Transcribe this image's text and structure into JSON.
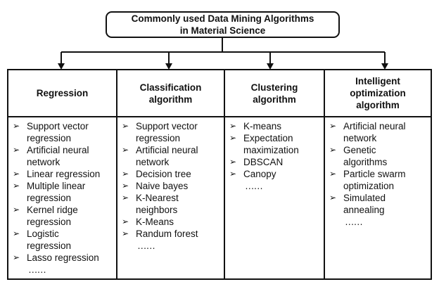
{
  "root": {
    "line1": "Commonly used Data Mining Algorithms",
    "line2": "in Material Science"
  },
  "bullet_icon": "arrowhead-bullet-icon",
  "columns": [
    {
      "title_lines": [
        "Regression"
      ],
      "items": [
        "Support vector",
        "regression",
        "Artificial neural",
        "network",
        "Linear regression",
        "Multiple linear",
        "regression",
        "Kernel ridge",
        "regression",
        "Logistic",
        "regression",
        "Lasso regression",
        "……"
      ]
    },
    {
      "title_lines": [
        "Classification",
        "algorithm"
      ],
      "items": [
        "Support vector",
        "regression",
        "Artificial neural",
        "network",
        "Decision tree",
        "Naive bayes",
        "K-Nearest",
        "neighbors",
        "K-Means",
        "Randum forest",
        "……"
      ]
    },
    {
      "title_lines": [
        "Clustering",
        "algorithm"
      ],
      "items": [
        "K-means",
        "Expectation",
        "maximization",
        "DBSCAN",
        "Canopy",
        "……"
      ]
    },
    {
      "title_lines": [
        "Intelligent",
        "optimization",
        "algorithm"
      ],
      "items": [
        "Artificial neural",
        "network",
        "Genetic",
        "algorithms",
        "Particle swarm",
        "optimization",
        "Simulated",
        "annealing",
        "……"
      ]
    }
  ],
  "bullets": [
    [
      true,
      false,
      true,
      false,
      true,
      true,
      false,
      true,
      false,
      true,
      false,
      true,
      false
    ],
    [
      true,
      false,
      true,
      false,
      true,
      true,
      true,
      false,
      true,
      true,
      false
    ],
    [
      true,
      true,
      false,
      true,
      true,
      false
    ],
    [
      true,
      false,
      true,
      false,
      true,
      false,
      true,
      false,
      false
    ]
  ]
}
